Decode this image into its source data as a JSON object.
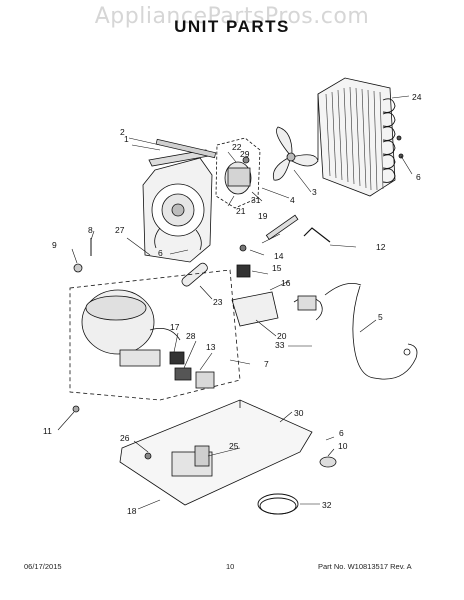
{
  "watermark": "AppliancePartsPros.com",
  "title": "UNIT  PARTS",
  "callouts": [
    "1",
    "2",
    "3",
    "4",
    "5",
    "6",
    "6",
    "6",
    "7",
    "8",
    "9",
    "10",
    "11",
    "12",
    "13",
    "14",
    "15",
    "16",
    "17",
    "18",
    "19",
    "20",
    "21",
    "22",
    "23",
    "24",
    "25",
    "26",
    "27",
    "28",
    "29",
    "30",
    "31",
    "32",
    "33"
  ],
  "footer": {
    "date": "06/17/2015",
    "page": "10",
    "part_number": "Part No.  W10813517   Rev.  A"
  }
}
